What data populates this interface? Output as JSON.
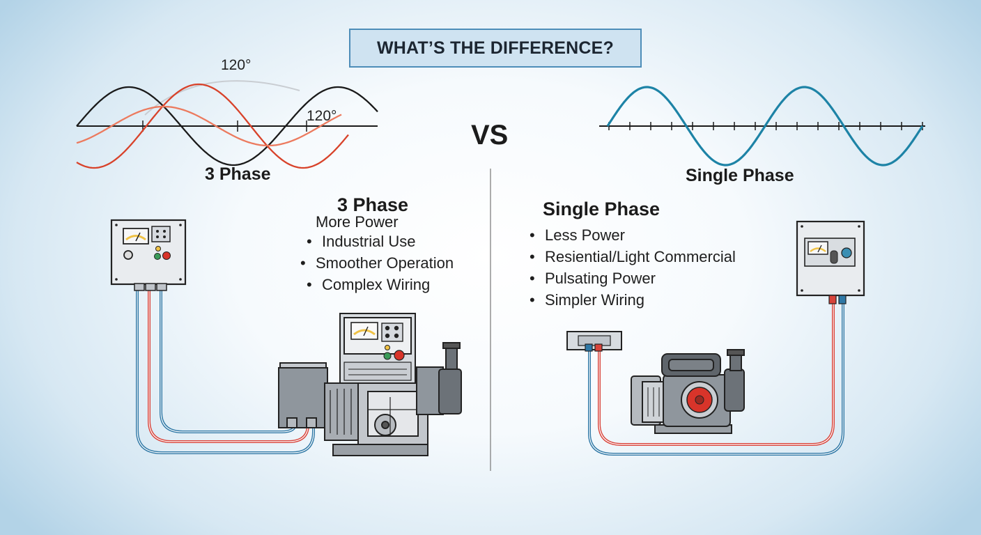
{
  "title": "WHAT’S THE DIFFERENCE?",
  "vs_label": "VS",
  "three_phase": {
    "wave_caption": "3 Phase",
    "angle_labels": [
      "120°",
      "120°"
    ],
    "heading": "3 Phase",
    "subheading": "More Power",
    "features": [
      "Industrial Use",
      "Smoother Operation",
      "Complex Wiring"
    ]
  },
  "single_phase": {
    "wave_caption": "Single Phase",
    "heading": "Single Phase",
    "features": [
      "Less Power",
      "Resiential/Light Commercial",
      "Pulsating Power",
      "Simpler Wiring"
    ]
  },
  "colors": {
    "title_fill": "#cfe3f1",
    "title_border": "#4d8db8",
    "wave_black": "#1a1a1a",
    "wave_red": "#d8422a",
    "wave_orange": "#ec7a5e",
    "wave_teal": "#1d83a6",
    "cable_red": "#d8433a",
    "cable_blue": "#2f78a6",
    "gauge_yellow": "#f0c245",
    "button_red": "#d8342a",
    "button_green": "#3a9a58"
  }
}
